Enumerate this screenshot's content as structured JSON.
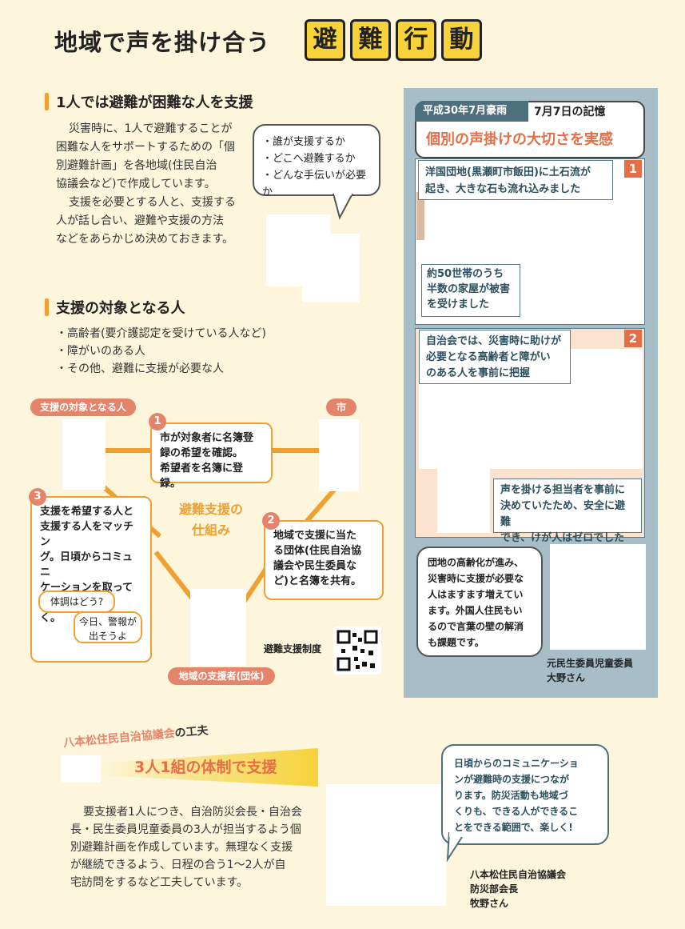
{
  "title": {
    "main": "地域で声を掛け合う",
    "chars": [
      "避",
      "難",
      "行",
      "動"
    ]
  },
  "section1": {
    "heading": "1人では避難が困難な人を支援",
    "paragraph": [
      "災害時に、1人で避難することが",
      "困難な人をサポートするための「個",
      "別避難計画」を各地域(住民自治",
      "協議会など)で作成しています。",
      "支援を必要とする人と、支援する",
      "人が話し合い、避難や支援の方法",
      "などをあらかじめ決めておきます。"
    ],
    "bubble": [
      "・誰が支援するか",
      "・どこへ避難するか",
      "・どんな手伝いが必要か"
    ]
  },
  "section2": {
    "heading": "支援の対象となる人",
    "items": [
      "・高齢者(要介護認定を受けている人など)",
      "・障がいのある人",
      "・その他、避難に支援が必要な人"
    ]
  },
  "diagram": {
    "tag_target": "支援の対象となる人",
    "tag_city": "市",
    "tag_group": "地域の支援者(団体)",
    "center": [
      "避難支援の",
      "仕組み"
    ],
    "step1": {
      "num": "1",
      "lines": [
        "市が対象者に名簿登",
        "録の希望を確認。",
        "希望者を名簿に登録。"
      ]
    },
    "step2": {
      "num": "2",
      "lines": [
        "地域で支援に当た",
        "る団体(住民自治協",
        "議会や民生委員な",
        "ど)と名簿を共有。"
      ]
    },
    "step3": {
      "num": "3",
      "lines": [
        "支援を希望する人と",
        "支援する人をマッチン",
        "グ。日頃からコミュニ",
        "ケーションを取ってい",
        "く。"
      ]
    },
    "chat1": "体調はどう?",
    "chat2": [
      "今日、警報が",
      "出そうよ"
    ],
    "qr_label": "避難支援制度"
  },
  "sidebar": {
    "tag1": "平成30年7月豪雨",
    "tag2": "7月7日の記憶",
    "headline": "個別の声掛けの大切さを実感",
    "photo1": {
      "num": "1",
      "caption": [
        "洋国団地(黒瀬町市飯田)に土石流が",
        "起き、大きな石も流れ込みました"
      ],
      "caption2": [
        "約50世帯のうち",
        "半数の家屋が被害",
        "を受けました"
      ]
    },
    "photo2": {
      "num": "2",
      "caption": [
        "自治会では、災害時に助けが",
        "必要となる高齢者と障がい",
        "のある人を事前に把握"
      ],
      "caption2": [
        "声を掛ける担当者を事前に",
        "決めていたため、安全に避難",
        "でき、けが人はゼロでした"
      ]
    },
    "quote": [
      "団地の高齢化が進み、",
      "災害時に支援が必要な",
      "人はますます増えてい",
      "ます。外国人住民もい",
      "るので言葉の壁の解消",
      "も課題です。"
    ],
    "person": [
      "元民生委員児童委員",
      "大野さん"
    ]
  },
  "bottom": {
    "org": "八本松住民自治協議会",
    "org_suffix": "の工夫",
    "headline": "3人1組の体制で支援",
    "paragraph": [
      "要支援者1人につき、自治防災会長・自治会",
      "長・民生委員児童委員の3人が担当するよう個",
      "別避難計画を作成しています。無理なく支援",
      "が継続できるよう、日程の合う1〜2人が自",
      "宅訪問をするなど工夫しています。"
    ],
    "quote": [
      "日頃からのコミュニケーショ",
      "ンが避難時の支援につなが",
      "ります。防災活動も地域づ",
      "くりも、できる人ができるこ",
      "とをできる範囲で、楽しく!"
    ],
    "person": [
      "八本松住民自治協議会",
      "防災部会長",
      "牧野さん"
    ]
  },
  "colors": {
    "accent": "#f0a030",
    "tag": "#e4856b",
    "panel": "#a7bec8",
    "yellow": "#f7d23b"
  }
}
